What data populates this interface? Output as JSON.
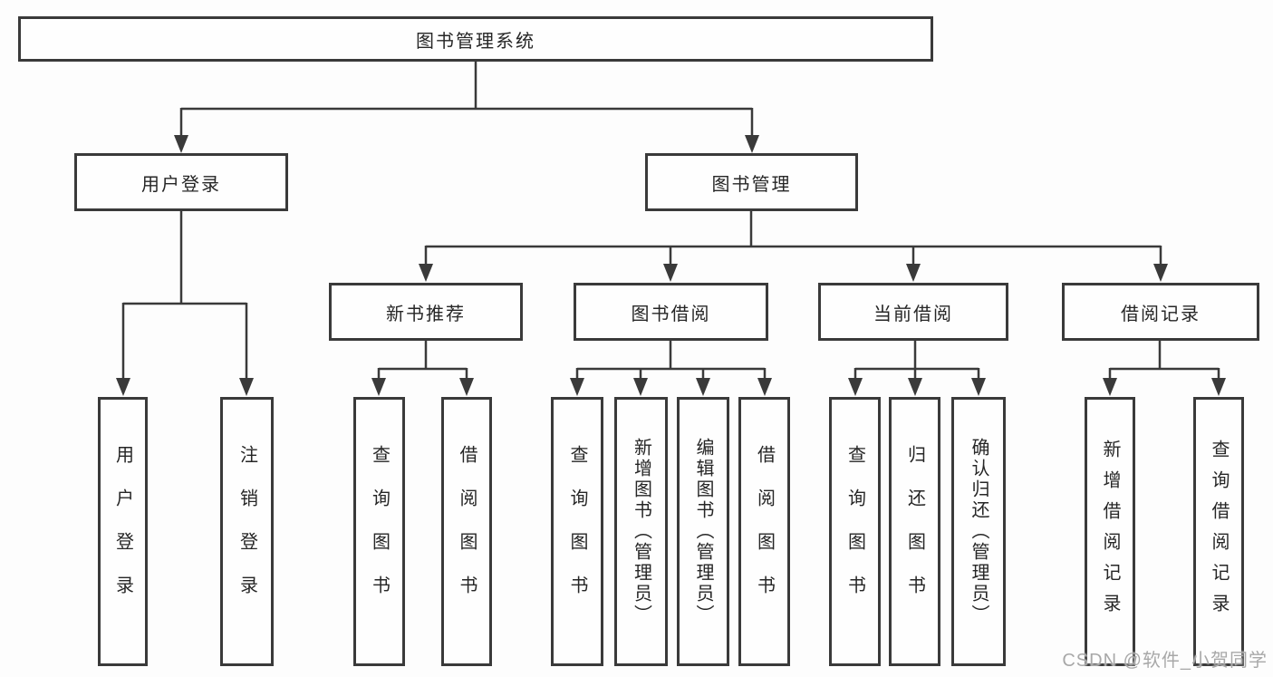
{
  "diagram_type": "hierarchy-tree",
  "nodes": {
    "root": "图书管理系统",
    "user_login": "用户登录",
    "book_management": "图书管理",
    "leaf_user_login": "用户登录",
    "leaf_logout": "注销登录",
    "new_book_recommend": "新书推荐",
    "book_borrow": "图书借阅",
    "current_borrow": "当前借阅",
    "borrow_record": "借阅记录",
    "nbr_query_book": "查询图书",
    "nbr_borrow_book": "借阅图书",
    "bb_query_book": "查询图书",
    "bb_add_book": "新增图书（管理员）",
    "bb_edit_book": "编辑图书（管理员）",
    "bb_borrow_book": "借阅图书",
    "cb_query_book": "查询图书",
    "cb_return_book": "归还图书",
    "cb_confirm_return": "确认归还（管理员）",
    "br_add_record": "新增借阅记录",
    "br_query_record": "查询借阅记录"
  },
  "hierarchy": {
    "图书管理系统": {
      "用户登录": [
        "用户登录",
        "注销登录"
      ],
      "图书管理": {
        "新书推荐": [
          "查询图书",
          "借阅图书"
        ],
        "图书借阅": [
          "查询图书",
          "新增图书（管理员）",
          "编辑图书（管理员）",
          "借阅图书"
        ],
        "当前借阅": [
          "查询图书",
          "归还图书",
          "确认归还（管理员）"
        ],
        "借阅记录": [
          "新增借阅记录",
          "查询借阅记录"
        ]
      }
    }
  },
  "watermark": {
    "text": "CSDN @软件_小贺同学"
  },
  "colors": {
    "line": "#3a3a3a",
    "box_border": "#3a3a3a",
    "text": "#262626",
    "background": "#fdfdfd",
    "watermark": "#a8a8a8"
  }
}
